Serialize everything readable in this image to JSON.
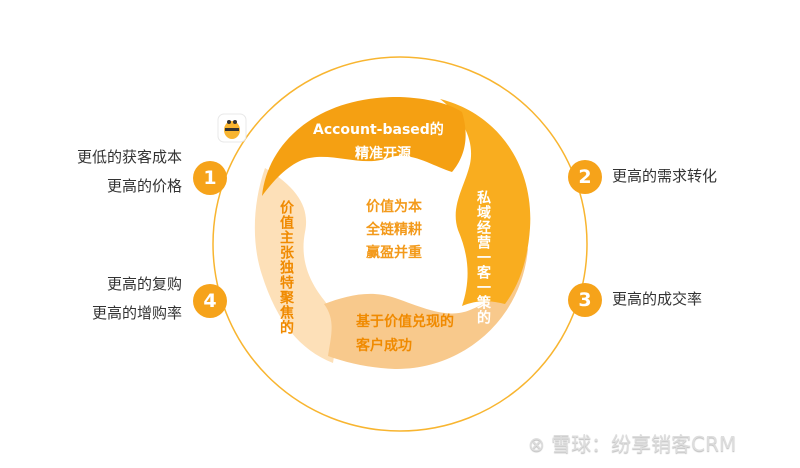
{
  "colors": {
    "ring": "#f8b530",
    "top": "#f5a012",
    "right": "#f9ad1f",
    "bottom": "#f8c98c",
    "left": "#fde0b8",
    "badge": "#f6a31a"
  },
  "segments": {
    "top": [
      "Account-based的",
      "精准开源"
    ],
    "right": [
      "私域经营",
      "一客一策的"
    ],
    "bottom": [
      "基于价值兑现的",
      "客户成功"
    ],
    "left": [
      "价值主张",
      "独特聚焦的"
    ],
    "center": [
      "价值为本",
      "全链精耕",
      "赢盈并重"
    ]
  },
  "outcomes": [
    {
      "num": "1",
      "lines": [
        "更低的获客成本",
        "更高的价格"
      ]
    },
    {
      "num": "2",
      "lines": [
        "更高的需求转化"
      ]
    },
    {
      "num": "3",
      "lines": [
        "更高的成交率"
      ]
    },
    {
      "num": "4",
      "lines": [
        "更高的复购",
        "更高的增购率"
      ]
    }
  ],
  "icons": {
    "mascot": "bee-icon",
    "watermark": "xueqiu-logo"
  },
  "watermark": "雪球：纷享销客CRM"
}
